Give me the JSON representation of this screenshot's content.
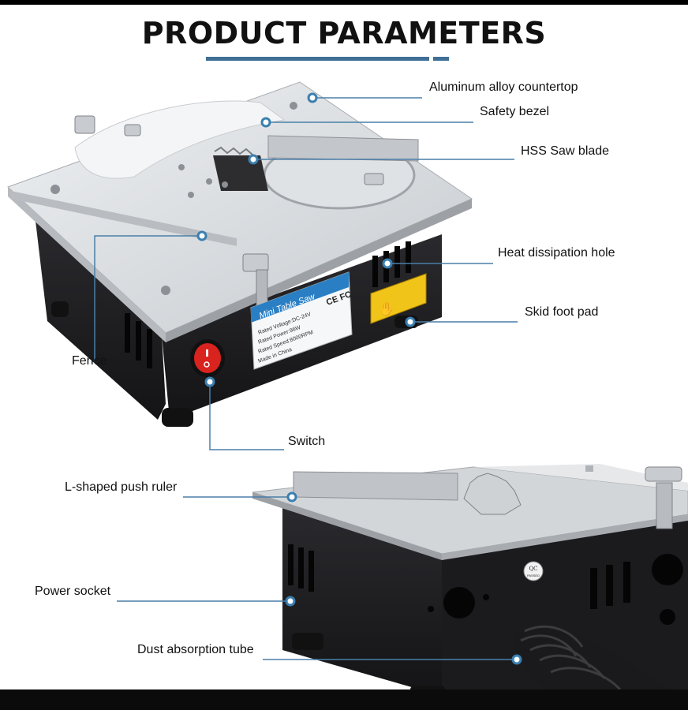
{
  "title": "PRODUCT PARAMETERS",
  "colors": {
    "accent": "#3f6f96",
    "callout_dot": "#3a7fb0",
    "switch_red": "#d9231f",
    "body_black": "#1e1e22",
    "plate_silver": "#d6d9dc"
  },
  "labels": {
    "aluminum": "Aluminum alloy countertop",
    "bezel": "Safety bezel",
    "blade": "HSS Saw blade",
    "heat": "Heat dissipation hole",
    "skid": "Skid foot pad",
    "fence": "Fence",
    "switch": "Switch",
    "push_ruler": "L-shaped push ruler",
    "power_socket": "Power socket",
    "dust_tube": "Dust absorption tube"
  },
  "product_label": {
    "name": "Mini Table Saw",
    "voltage": "Rated Voltage:DC-24V",
    "power": "Rated Power:96W",
    "speed": "Rated Speed:8000RPM",
    "origin": "Made in China",
    "marks": "CE FC"
  },
  "qc_sticker": {
    "top": "QC",
    "bottom": "PASSED"
  }
}
